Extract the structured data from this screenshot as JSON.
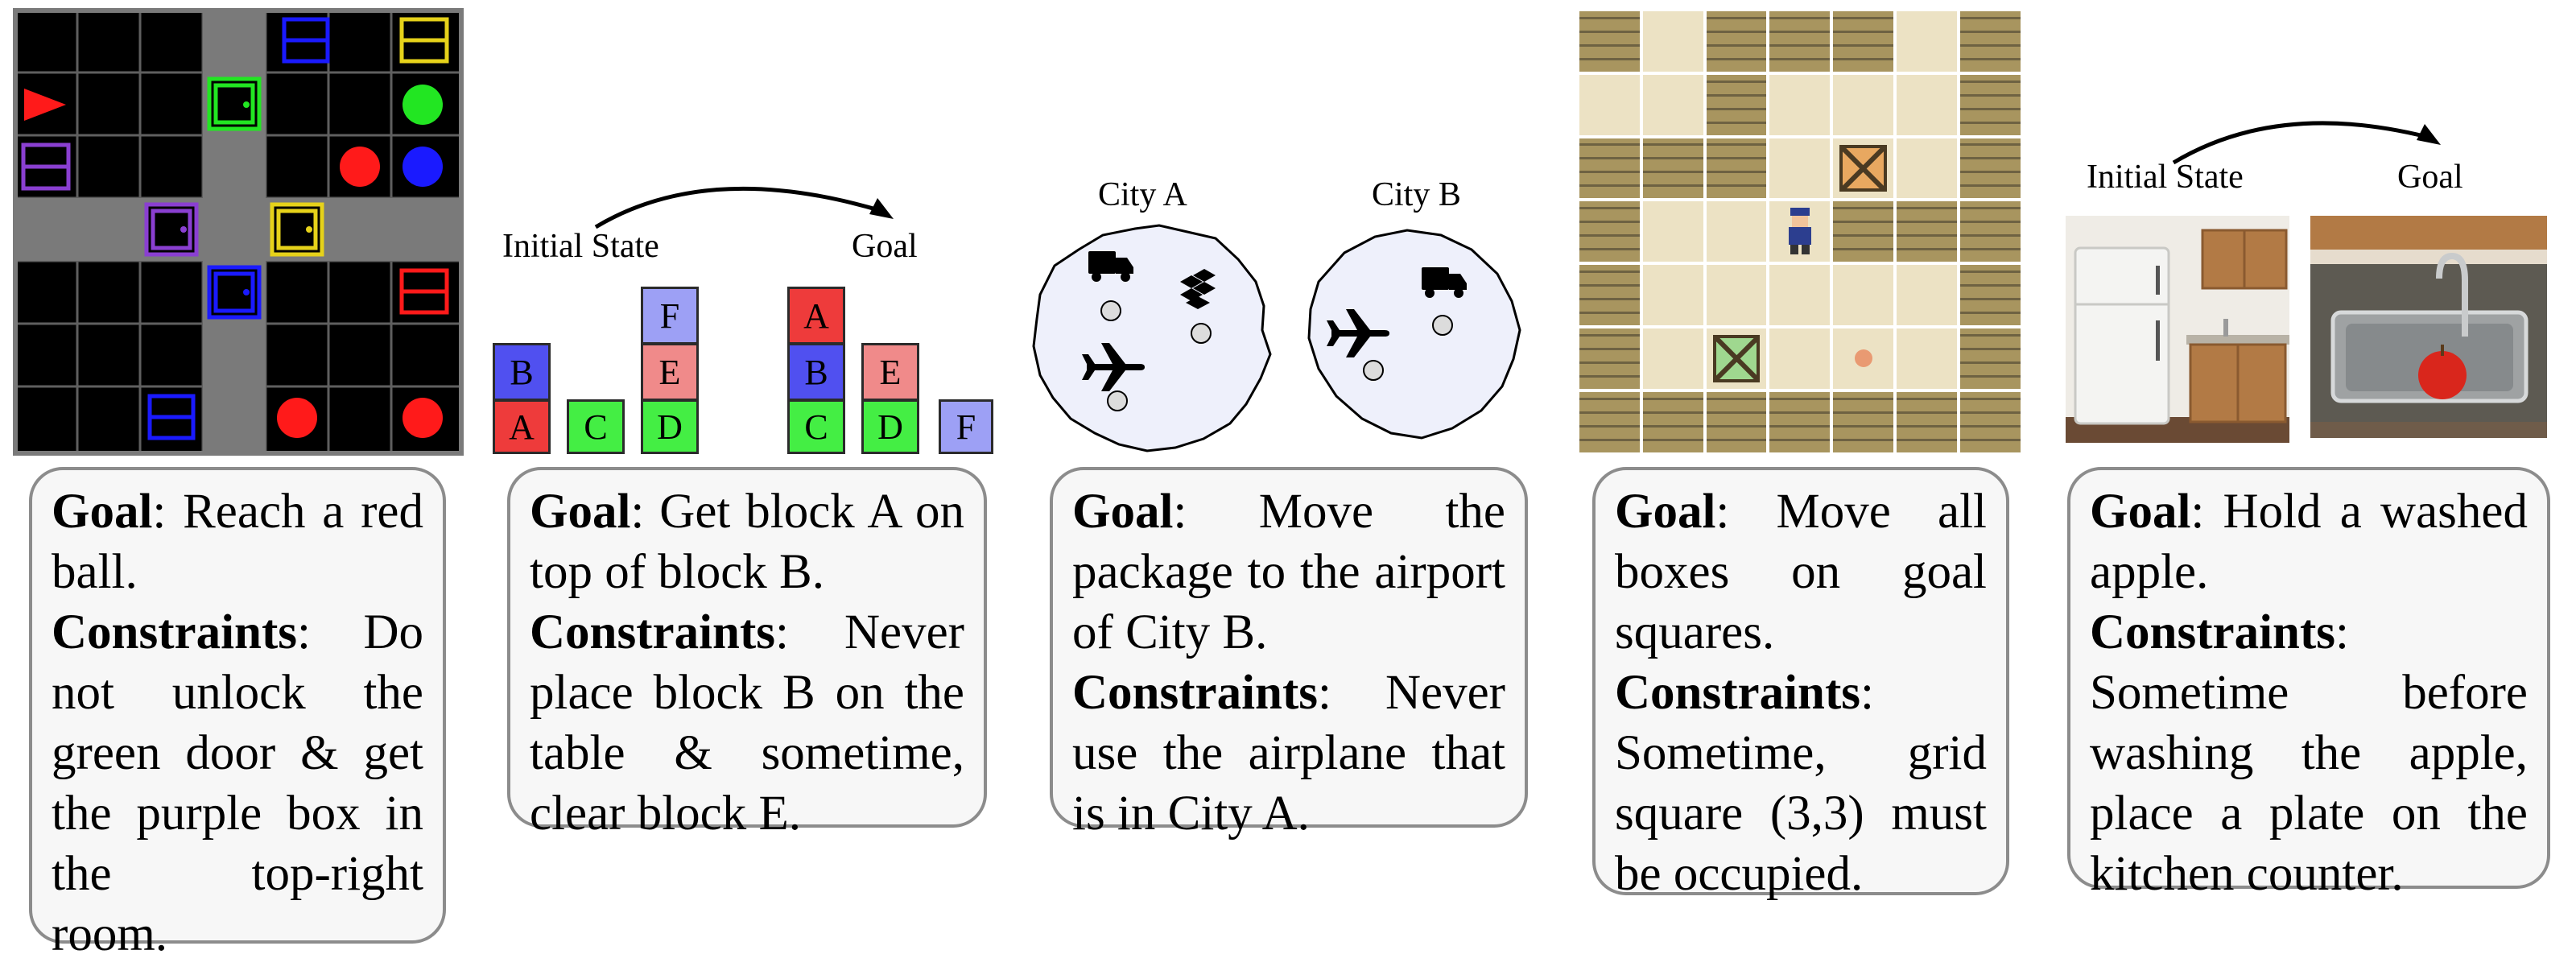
{
  "colors": {
    "grid_bg": "#000000",
    "grid_line": "#6b6b6b",
    "wall": "#7a7a7a",
    "red": "#ff1a1a",
    "green": "#22e622",
    "blue": "#1a1aff",
    "purple": "#8a3fd1",
    "yellow": "#e6d21a",
    "blk_red": "#ee3b3b",
    "blk_blue": "#5050f0",
    "blk_green": "#44ee44",
    "blk_pink": "#f08a8a",
    "blk_lav": "#9da0f5",
    "sok_wall": "#a8955f",
    "sok_floor": "#ece2c4",
    "goal_dot": "#e99a72"
  },
  "panels": [
    {
      "goal_label": "Goal",
      "goal_text": ": Reach a red ball.",
      "constraints_label": "Constraints",
      "constraints_text": ": Do not unlock the green door & get the purple box in the top-right room."
    },
    {
      "initial_state_label": "Initial State",
      "goal_state_label": "Goal",
      "initial_blocks": [
        "B",
        "A",
        "C",
        "F",
        "E",
        "D"
      ],
      "goal_blocks": [
        "A",
        "B",
        "C",
        "D",
        "E",
        "F"
      ],
      "goal_label": "Goal",
      "goal_text": ": Get block A on top of block B.",
      "constraints_label": "Constraints",
      "constraints_text": ": Never place block B on the table & sometime, clear block E."
    },
    {
      "city_a": "City A",
      "city_b": "City B",
      "goal_label": "Goal",
      "goal_text": ": Move the package to the airport of City B.",
      "constraints_label": "Constraints",
      "constraints_text": ": Never use the airplane that is in City A."
    },
    {
      "goal_label": "Goal",
      "goal_text": ": Move all boxes on goal squares.",
      "constraints_label": "Constraints",
      "constraints_text": ": Sometime, grid square (3,3) must be occupied."
    },
    {
      "initial_state_label": "Initial State",
      "goal_state_label": "Goal",
      "goal_label": "Goal",
      "goal_text": ": Hold a washed apple.",
      "constraints_label": "Constraints",
      "constraints_text": ": Sometime before washing the apple, place a plate on the kitchen counter."
    }
  ]
}
